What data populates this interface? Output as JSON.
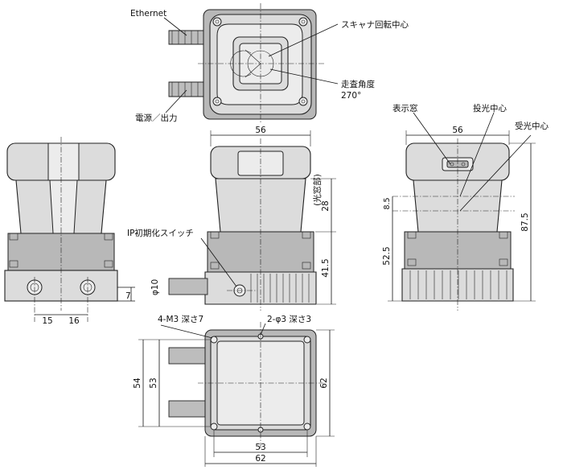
{
  "labels": {
    "ethernet": "Ethernet",
    "power_output": "電源／出力",
    "scanner_center": "スキャナ回転中心",
    "scan_angle": "走査角度",
    "scan_angle_value": "270°",
    "display_window": "表示窓",
    "emitter_center": "投光中心",
    "receiver_center": "受光中心",
    "ip_init_switch": "IP初期化スイッチ",
    "window_part": "(光窓部)",
    "mount_holes": "4-M3 深さ7",
    "pin_holes": "2-φ3 深さ3"
  },
  "dimensions": {
    "front_width": "56",
    "front_window_height": "28",
    "front_lower_height": "41.5",
    "cable_diameter": "φ10",
    "connector_offset": "7",
    "left_conn_1": "15",
    "left_conn_2": "16",
    "side_width": "56",
    "side_8_5": "8.5",
    "side_52_5": "52.5",
    "side_total": "87.5",
    "bottom_54": "54",
    "bottom_53_v": "53",
    "bottom_62_v": "62",
    "bottom_53_h": "53",
    "bottom_62_h": "62"
  }
}
